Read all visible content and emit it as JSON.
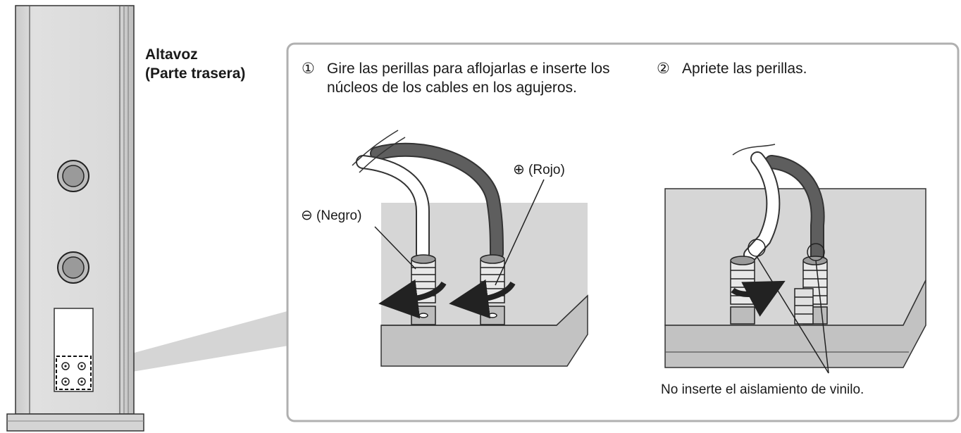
{
  "speaker_label": {
    "line1": "Altavoz",
    "line2": "(Parte trasera)"
  },
  "step1": {
    "number": "①",
    "text": "Gire las perillas para aflojarlas e inserte los núcleos de los cables en los agujeros."
  },
  "step2": {
    "number": "②",
    "text": "Apriete las perillas."
  },
  "terminal_labels": {
    "negative_symbol": "⊖",
    "negative": "(Negro)",
    "positive_symbol": "⊕",
    "positive": "(Rojo)"
  },
  "warning": "No inserte el aislamiento de vinilo.",
  "colors": {
    "cable_dark": "#555555",
    "panel_gray": "#d4d4d4",
    "callout_gray": "#c8c8c8"
  }
}
